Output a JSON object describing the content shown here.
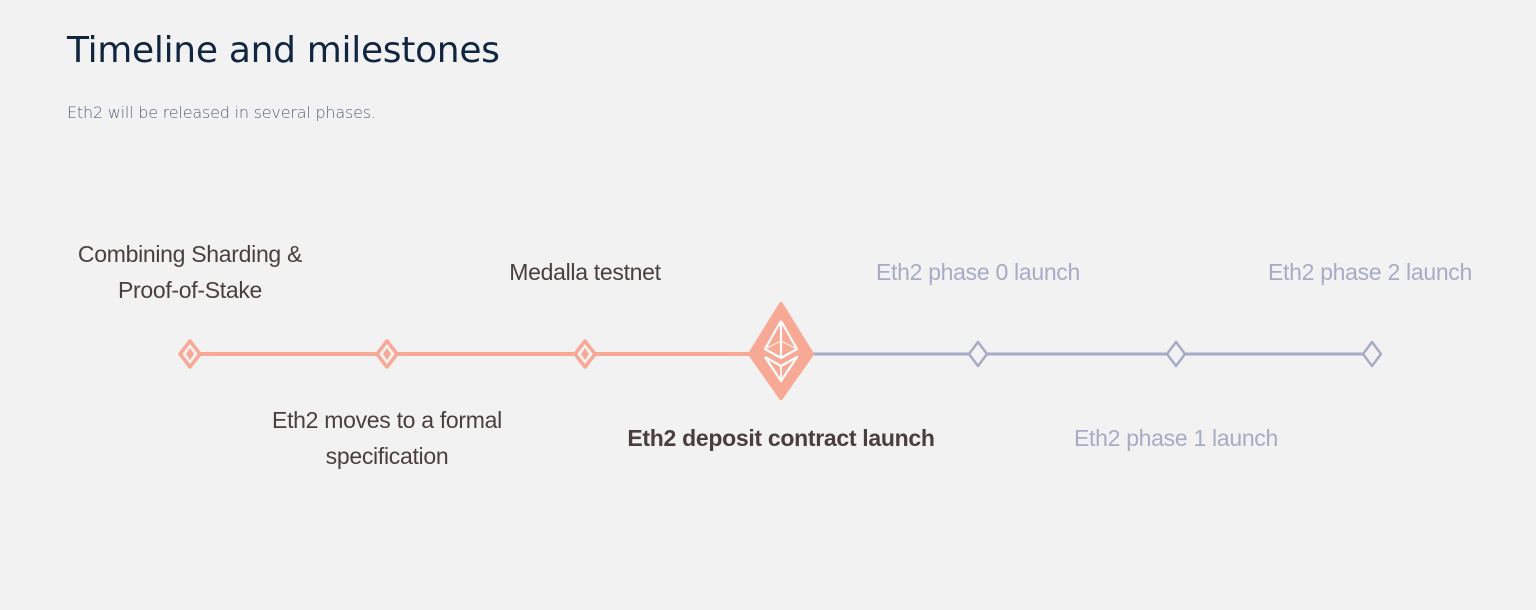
{
  "header": {
    "title": "Timeline and milestones",
    "subtitle": "Eth2 will be released in several phases."
  },
  "colors": {
    "background": "#f2f2f2",
    "title": "#10253f",
    "subtitle": "#55647a",
    "done_accent": "#f7a996",
    "future_accent": "#a6abc6",
    "done_text": "#4a3f3c",
    "future_text": "#a6abc6"
  },
  "milestones": [
    {
      "label": "Combining Sharding & Proof-of-Stake",
      "status": "done",
      "position": "above",
      "icon": "diamond-filled-icon"
    },
    {
      "label": "Eth2 moves to a formal specification",
      "status": "done",
      "position": "below",
      "icon": "diamond-filled-icon"
    },
    {
      "label": "Medalla testnet",
      "status": "done",
      "position": "above",
      "icon": "diamond-filled-icon"
    },
    {
      "label": "Eth2 deposit contract launch",
      "status": "current",
      "position": "below",
      "icon": "ethereum-icon"
    },
    {
      "label": "Eth2 phase 0 launch",
      "status": "future",
      "position": "above",
      "icon": "diamond-outline-icon"
    },
    {
      "label": "Eth2 phase 1 launch",
      "status": "future",
      "position": "below",
      "icon": "diamond-outline-icon"
    },
    {
      "label": "Eth2 phase 2 launch",
      "status": "future",
      "position": "above",
      "icon": "diamond-outline-icon"
    }
  ]
}
